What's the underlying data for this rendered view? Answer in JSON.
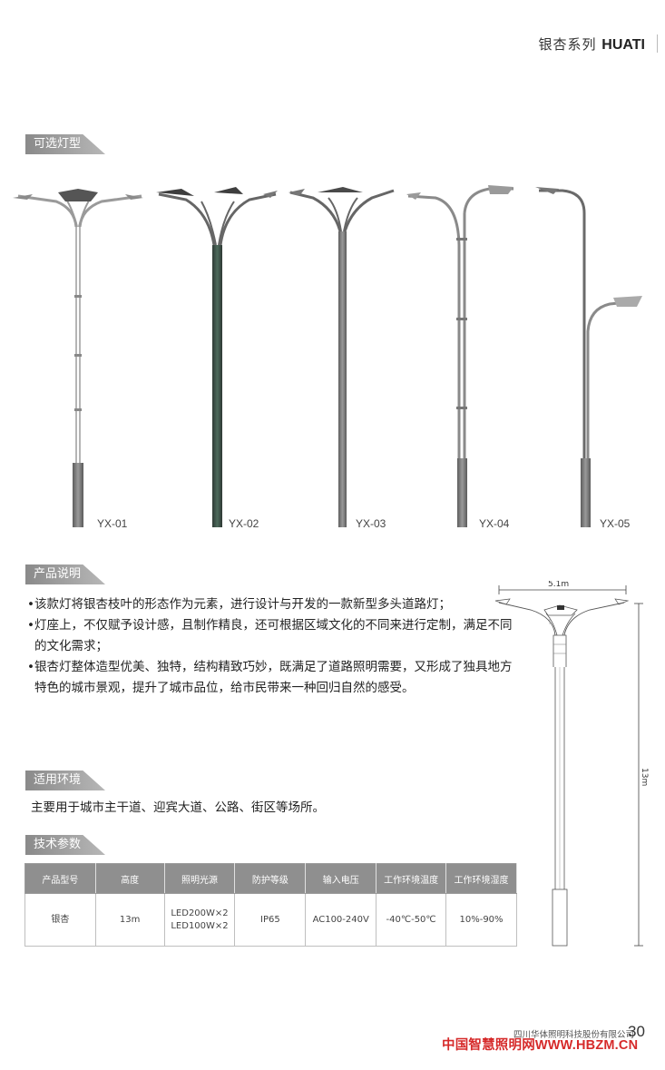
{
  "header": {
    "series_name": "银杏系列",
    "brand": "HUATI"
  },
  "sections": {
    "lamp_types": "可选灯型",
    "product_description": "产品说明",
    "applicable_environment": "适用环境",
    "technical_parameters": "技术参数"
  },
  "lamps": [
    {
      "model": "YX-01"
    },
    {
      "model": "YX-02"
    },
    {
      "model": "YX-03"
    },
    {
      "model": "YX-04"
    },
    {
      "model": "YX-05"
    }
  ],
  "description": [
    "该款灯将银杏枝叶的形态作为元素，进行设计与开发的一款新型多头道路灯；",
    "灯座上，不仅赋予设计感，且制作精良，还可根据区域文化的不同来进行定制，满足不同的文化需求；",
    "银杏灯整体造型优美、独特，结构精致巧妙，既满足了道路照明需要，又形成了独具地方特色的城市景观，提升了城市品位，给市民带来一种回归自然的感受。"
  ],
  "environment": "主要用于城市主干道、迎宾大道、公路、街区等场所。",
  "table": {
    "headers": [
      "产品型号",
      "高度",
      "照明光源",
      "防护等级",
      "输入电压",
      "工作环境温度",
      "工作环境湿度"
    ],
    "row": [
      "银杏",
      "13m",
      "LED200W×2\nLED100W×2",
      "IP65",
      "AC100-240V",
      "-40℃-50℃",
      "10%-90%"
    ]
  },
  "diagram": {
    "width_label": "5.1m",
    "height_label": "13m"
  },
  "footer": {
    "company": "四川华体照明科技股份有限公司",
    "page_number": "30",
    "watermark": "中国智慧照明网WWW.HBZM.CN"
  },
  "colors": {
    "tag_dark": "#8a8a8a",
    "table_header": "#8f8f8f",
    "watermark": "#d62a2a",
    "pole": "#6e6e6e"
  }
}
